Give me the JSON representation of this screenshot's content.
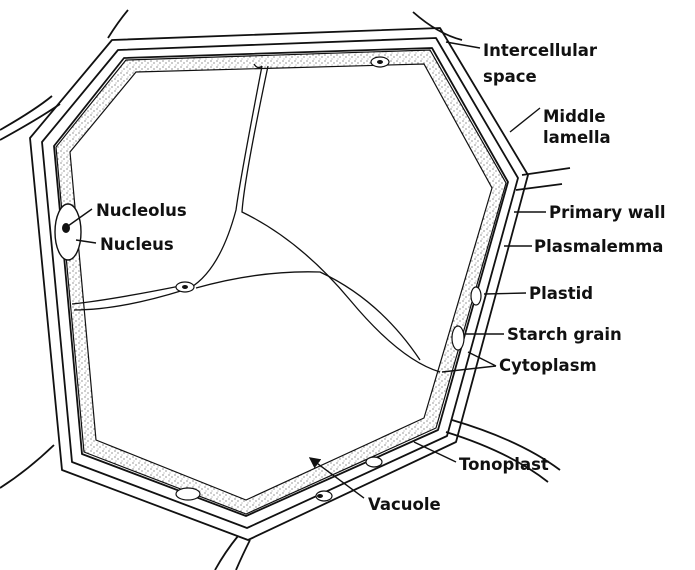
{
  "diagram": {
    "labels": {
      "intercellular_space_1": "Intercellular",
      "intercellular_space_2": "space",
      "middle_lamella_1": "Middle",
      "middle_lamella_2": "lamella",
      "primary_wall": "Primary wall",
      "plasmalemma": "Plasmalemma",
      "plastid": "Plastid",
      "starch_grain": "Starch grain",
      "cytoplasm": "Cytoplasm",
      "tonoplast": "Tonoplast",
      "vacuole": "Vacuole",
      "nucleolus": "Nucleolus",
      "nucleus": "Nucleus"
    }
  }
}
